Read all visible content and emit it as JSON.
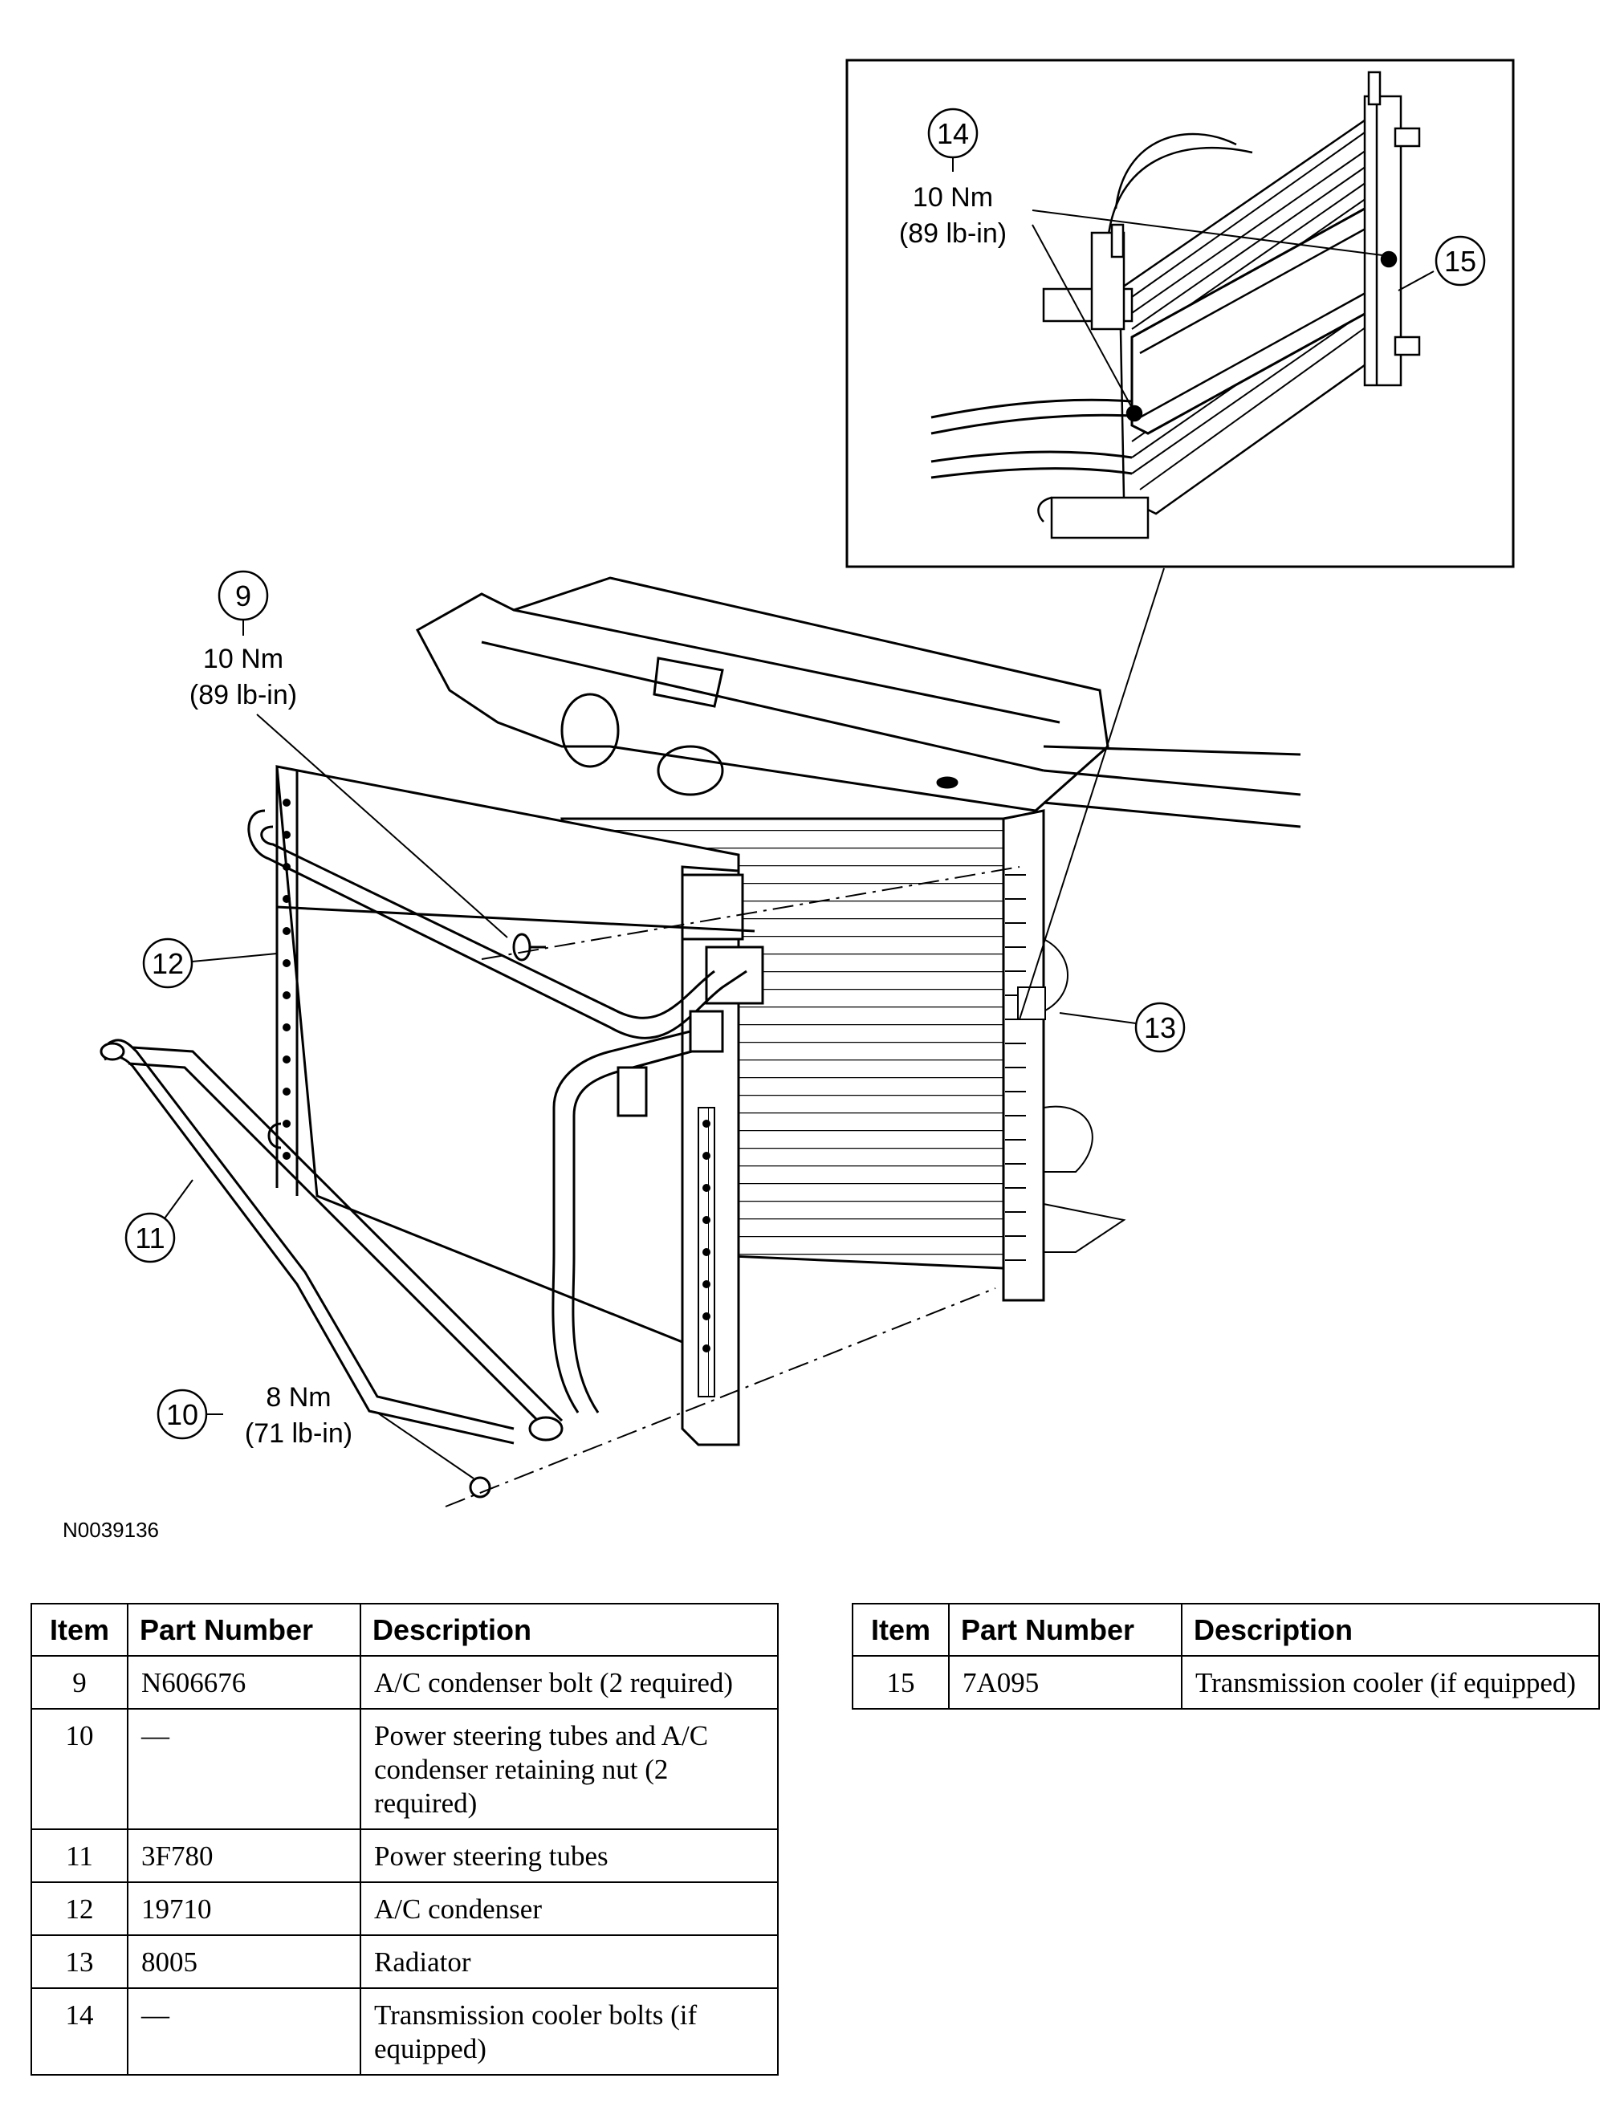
{
  "figure_id": "N0039136",
  "callouts": [
    {
      "id": "9",
      "torque_nm": "10 Nm",
      "torque_lbin": "(89 lb-in)"
    },
    {
      "id": "10",
      "torque_nm": "8 Nm",
      "torque_lbin": "(71 lb-in)"
    },
    {
      "id": "11"
    },
    {
      "id": "12"
    },
    {
      "id": "13"
    },
    {
      "id": "14",
      "torque_nm": "10 Nm",
      "torque_lbin": "(89 lb-in)"
    },
    {
      "id": "15"
    }
  ],
  "table_headers": {
    "item": "Item",
    "part_number": "Part Number",
    "description": "Description"
  },
  "parts_left": [
    {
      "item": "9",
      "part_number": "N606676",
      "description": "A/C condenser bolt (2 required)"
    },
    {
      "item": "10",
      "part_number": "—",
      "description": "Power steering tubes and A/C condenser retaining nut (2 required)"
    },
    {
      "item": "11",
      "part_number": "3F780",
      "description": "Power steering tubes"
    },
    {
      "item": "12",
      "part_number": "19710",
      "description": "A/C condenser"
    },
    {
      "item": "13",
      "part_number": "8005",
      "description": "Radiator"
    },
    {
      "item": "14",
      "part_number": "—",
      "description": "Transmission cooler bolts (if equipped)"
    }
  ],
  "parts_right": [
    {
      "item": "15",
      "part_number": "7A095",
      "description": "Transmission cooler (if equipped)"
    }
  ]
}
